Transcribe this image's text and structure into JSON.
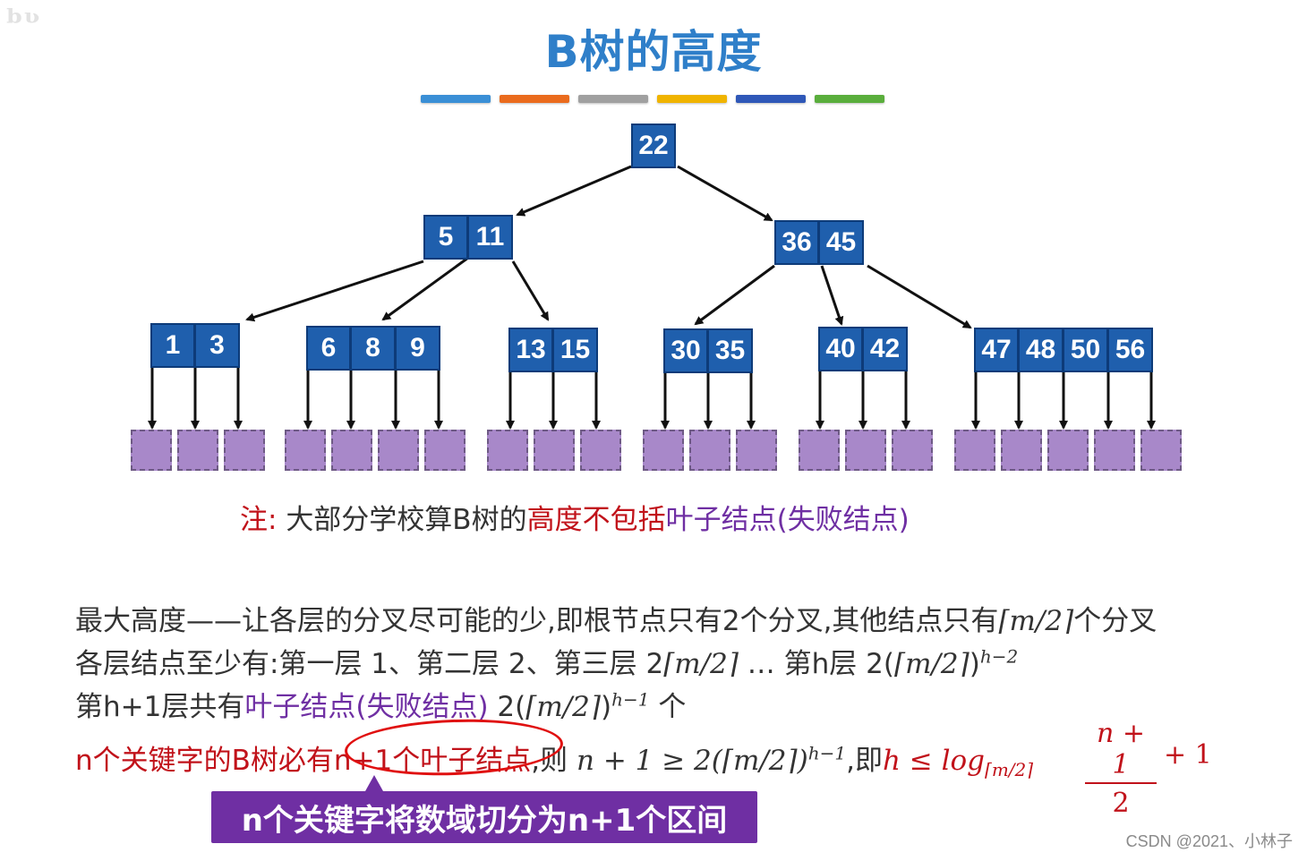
{
  "title": "B树的高度",
  "color_bars": [
    "#3a8fd6",
    "#ea6b1d",
    "#a0a0a0",
    "#f0b400",
    "#2f58b8",
    "#5aae3c"
  ],
  "tree": {
    "root": [
      "22"
    ],
    "level2": [
      [
        "5",
        "11"
      ],
      [
        "36",
        "45"
      ]
    ],
    "level3": [
      [
        "1",
        "3"
      ],
      [
        "6",
        "8",
        "9"
      ],
      [
        "13",
        "15"
      ],
      [
        "30",
        "35"
      ],
      [
        "40",
        "42"
      ],
      [
        "47",
        "48",
        "50",
        "56"
      ]
    ]
  },
  "note": {
    "prefix": "注:",
    "part1": "大部分学校算B树的",
    "part2": "高度不包括",
    "part3": "叶子结点(失败结点)"
  },
  "para1": {
    "text": "最大高度——让各层的分叉尽可能的少,即根节点只有2个分叉,其他结点只有",
    "math": "⌈m/2⌉",
    "tail": "个分叉"
  },
  "para2": {
    "text": "各层结点至少有:第一层 1、第二层 2、第三层 2",
    "math1": "⌈m/2⌉",
    "mid": " … 第h层 2(",
    "math2": "⌈m/2⌉",
    "close": ")",
    "sup": "h−2"
  },
  "para3": {
    "prefix": "第h+1层共有",
    "highlight": "叶子结点(失败结点)",
    "formula": " 2(",
    "math": "⌈m/2⌉",
    "close": ")",
    "sup": "h−1",
    "tail": " 个"
  },
  "para4": {
    "prefix": "n个关键字的B树必有",
    "circled": "n+1个叶子结点",
    "mid": ",则 ",
    "ineq": "n + 1 ≥ 2(⌈m/2⌉)",
    "sup": "h−1",
    "then": ",即",
    "h": "h ≤ log",
    "sub": "⌈m/2⌉"
  },
  "fraction": {
    "numerator": "n + 1",
    "denominator": "2"
  },
  "plus_one": "+ 1",
  "callout": "n个关键字将数域切分为n+1个区间",
  "watermark": "CSDN @2021、小林子"
}
